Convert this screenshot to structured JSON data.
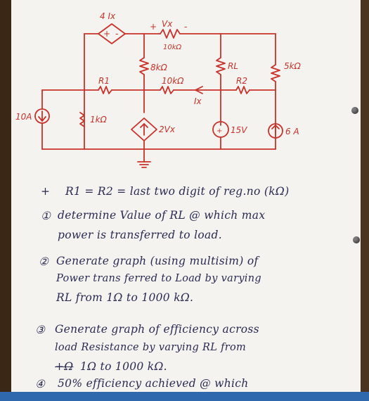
{
  "circuit": {
    "labels": {
      "dep_source_top": "4 Ix",
      "plus": "+",
      "minus": "-",
      "vx": "Vx",
      "r_10k_top": "10kΩ",
      "r_8k": "8kΩ",
      "rl": "RL",
      "r_5k": "5kΩ",
      "r1": "R1",
      "r_10k_mid": "10kΩ",
      "r2": "R2",
      "ix": "Ix",
      "src_10a": "10A",
      "r_1k": "1kΩ",
      "dep_2vx": "2Vx",
      "v15": "15V",
      "src_6a": "6 A"
    }
  },
  "notes": {
    "star_line": "R1 = R2 = last two digit of reg.no (kΩ)",
    "q1_line1": "determine Value of RL @ which max",
    "q1_line2": "power is transferred to load.",
    "q2_line1": "Generate graph (using multisim) of",
    "q2_line2": "Power trans ferred to Load by varying",
    "q2_line3": "RL from 1Ω to 1000 kΩ.",
    "q3_line1": "Generate graph of efficiency across",
    "q3_line2": "load Resistance by varying RL from",
    "q3_line3": "1Ω to 1000 kΩ.",
    "q4_line1": "50% efficiency achieved @ which",
    "bullets": {
      "star": "+",
      "n1": "①",
      "n2": "②",
      "n3": "③",
      "n4": "④"
    },
    "struck": "+Ω"
  },
  "colors": {
    "ink_red": "#c8322a",
    "ink_blue": "#2a2a52",
    "paper": "#f4f3ef",
    "bar": "#2f68ad"
  }
}
